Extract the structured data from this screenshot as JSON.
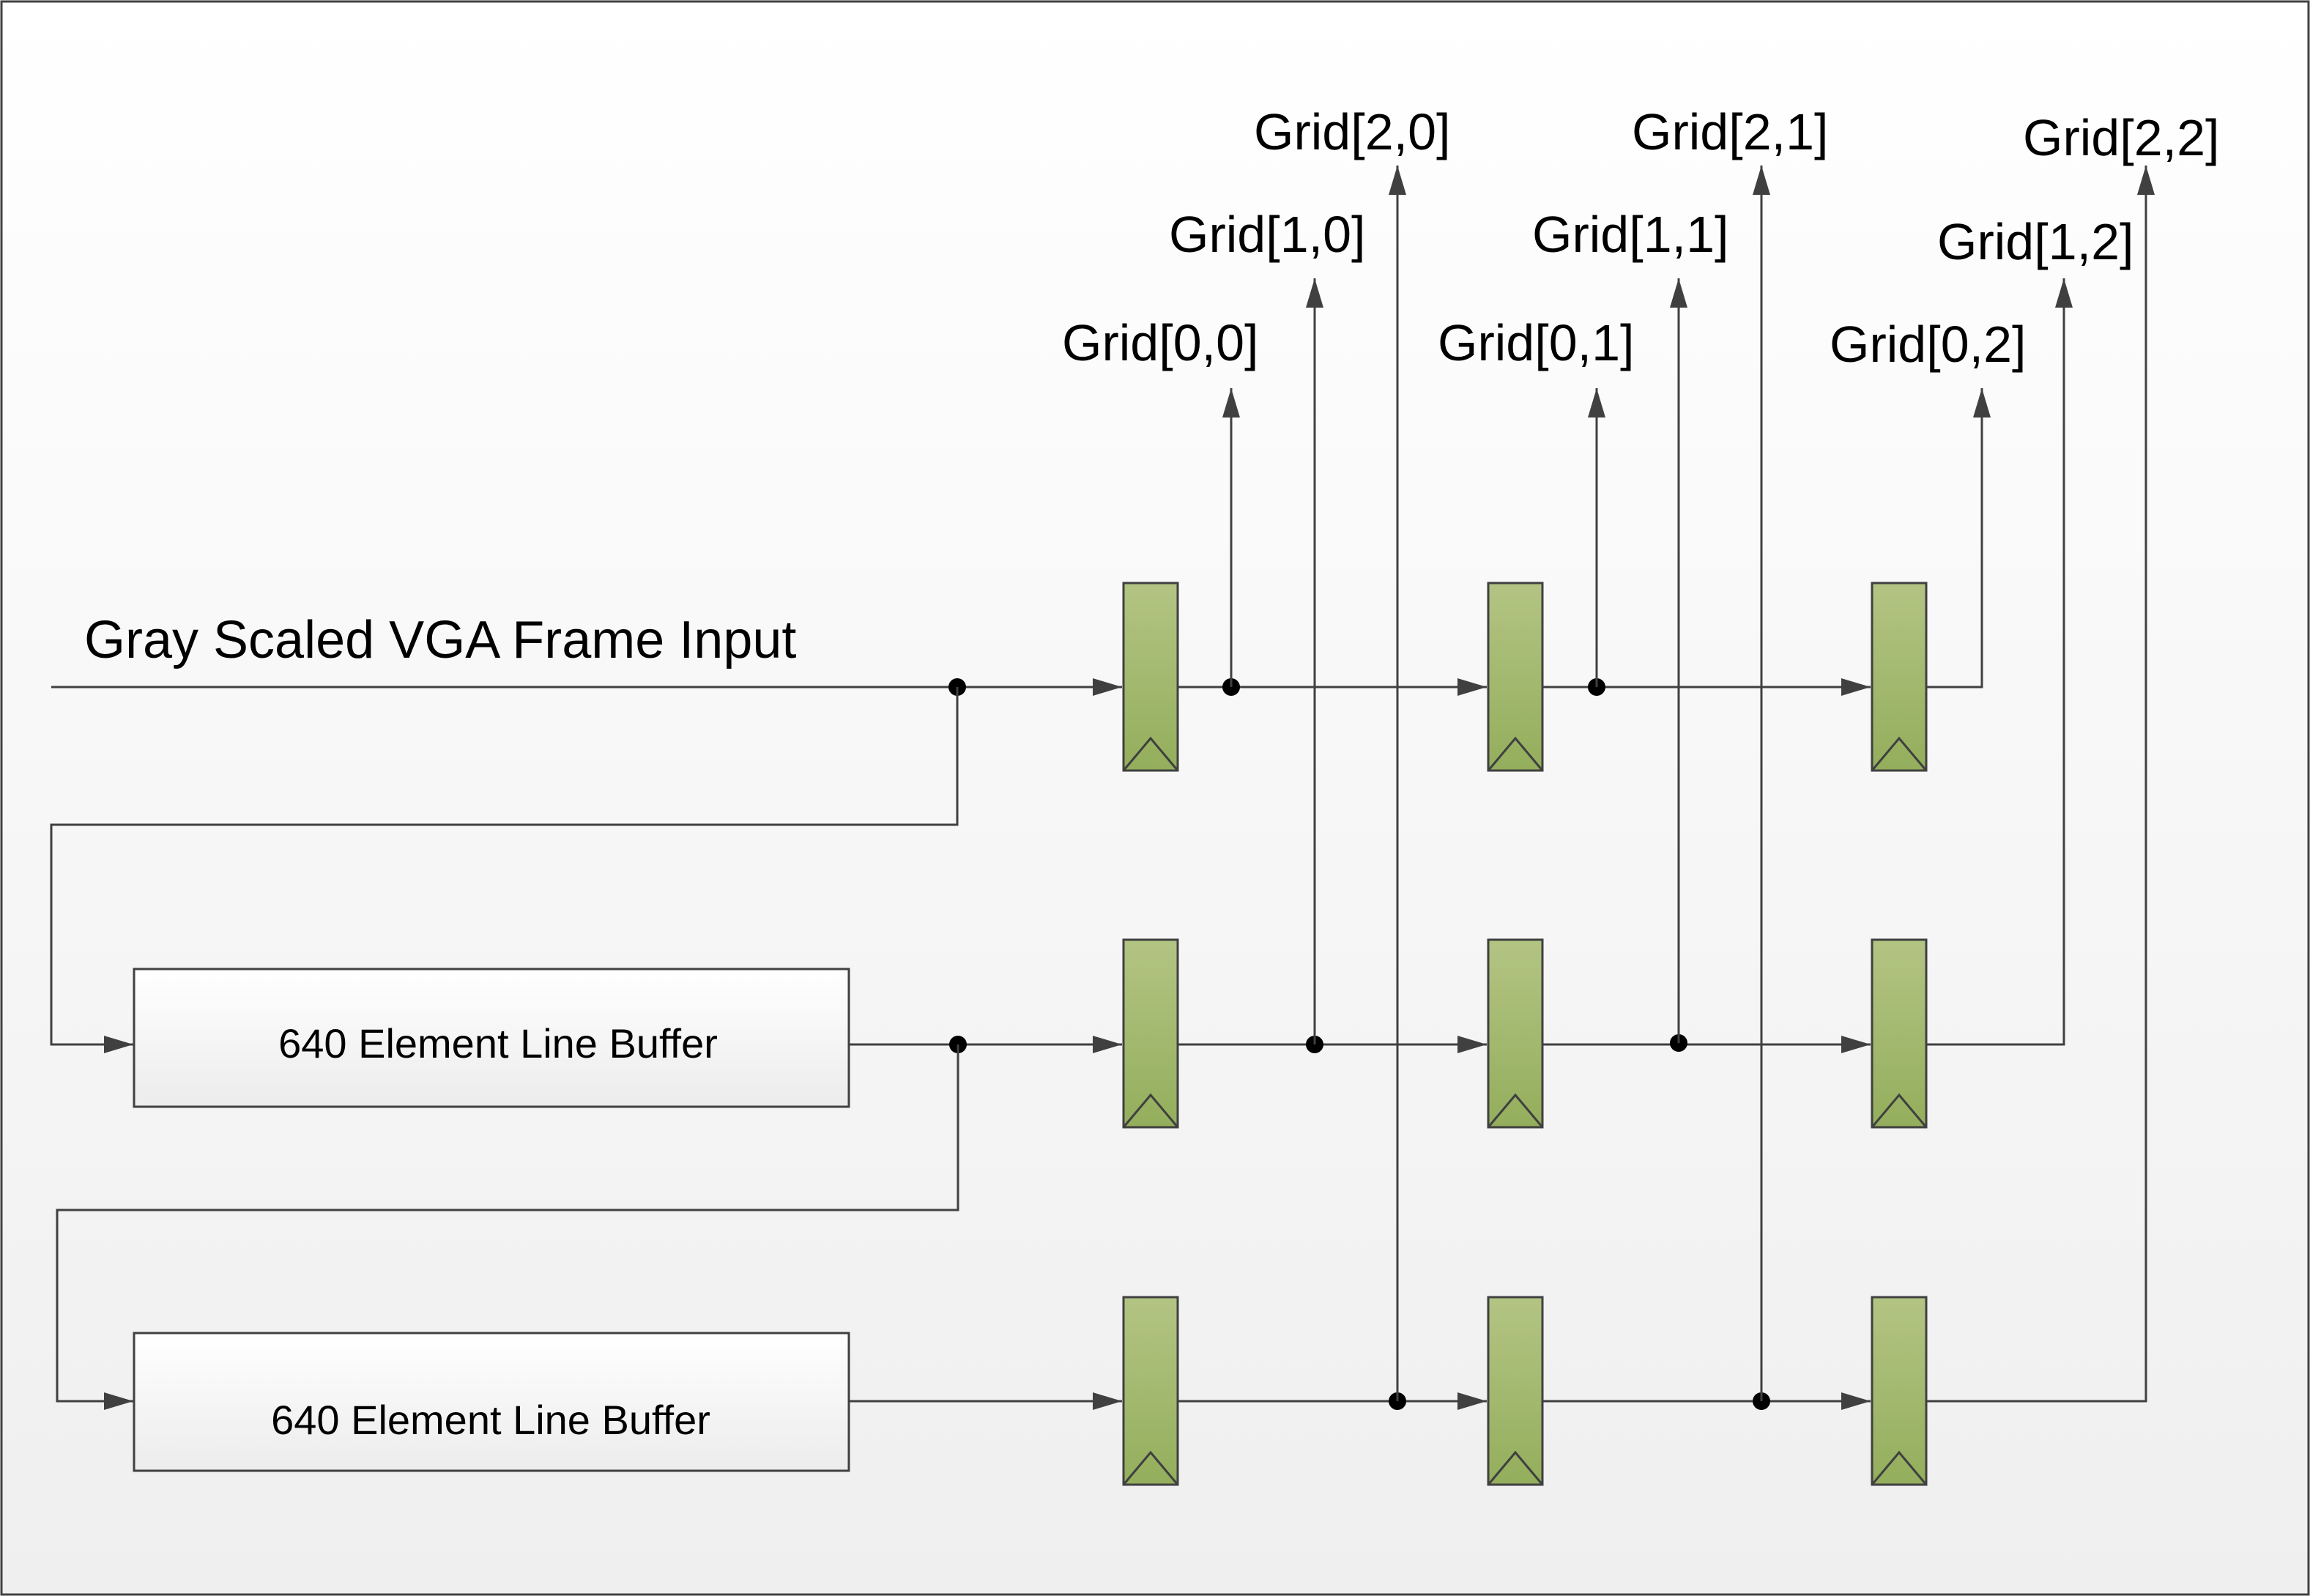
{
  "input_label": "Gray Scaled VGA Frame Input",
  "line_buffers": [
    {
      "label": "640 Element Line Buffer"
    },
    {
      "label": "640 Element Line Buffer"
    }
  ],
  "grid_outputs": [
    {
      "label": "Grid[0,0]"
    },
    {
      "label": "Grid[1,0]"
    },
    {
      "label": "Grid[2,0]"
    },
    {
      "label": "Grid[0,1]"
    },
    {
      "label": "Grid[1,1]"
    },
    {
      "label": "Grid[2,1]"
    },
    {
      "label": "Grid[0,2]"
    },
    {
      "label": "Grid[1,2]"
    },
    {
      "label": "Grid[2,2]"
    }
  ],
  "colors": {
    "register_fill_top": "#b3c483",
    "register_fill_bottom": "#93ae5c",
    "wire": "#404040",
    "background_top": "#ffffff",
    "background_bottom": "#efefef"
  }
}
